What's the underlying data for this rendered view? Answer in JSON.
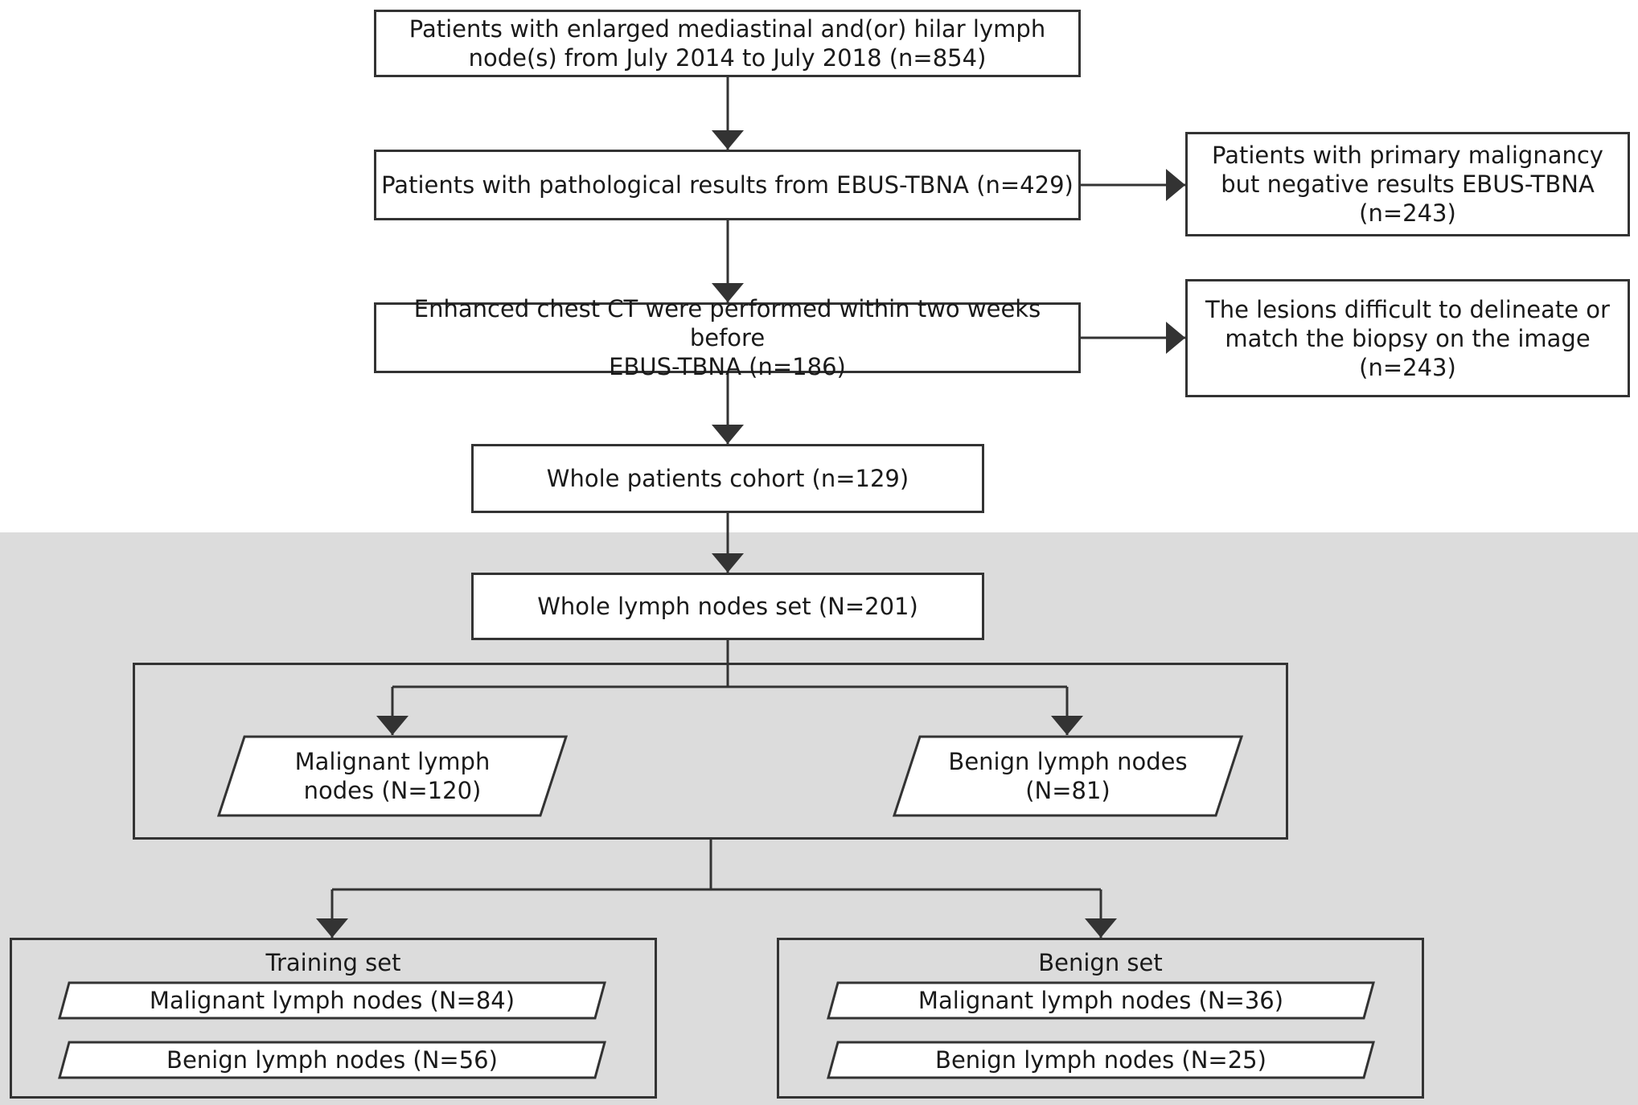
{
  "boxes": {
    "enlarged": {
      "line1": "Patients with enlarged mediastinal and(or) hilar lymph",
      "line2": "node(s) from July 2014 to July 2018 (n=854)"
    },
    "pathological": {
      "line1": "Patients with pathological results from EBUS-TBNA (n=429)"
    },
    "excluded_primary": {
      "line1": "Patients with primary malignancy",
      "line2": "but negative results EBUS-TBNA",
      "line3": "(n=243)"
    },
    "enhanced_ct": {
      "line1": "Enhanced chest CT were performed within two weeks before",
      "line2": "EBUS-TBNA (n=186)"
    },
    "excluded_lesions": {
      "line1": "The lesions difficult to delineate or",
      "line2": "match the biopsy on the image",
      "line3": "(n=243)"
    },
    "whole_cohort": {
      "line1": "Whole patients cohort (n=129)"
    },
    "whole_nodes": {
      "line1": "Whole lymph nodes set (N=201)"
    }
  },
  "split": {
    "malignant": {
      "line1": "Malignant lymph",
      "line2": "nodes (N=120)"
    },
    "benign": {
      "line1": "Benign lymph nodes",
      "line2": "(N=81)"
    }
  },
  "sets": {
    "training": {
      "title": "Training set",
      "malignant": "Malignant lymph nodes (N=84)",
      "benign": "Benign lymph nodes (N=56)"
    },
    "benign_set": {
      "title": "Benign set",
      "malignant": "Malignant lymph nodes (N=36)",
      "benign": "Benign lymph nodes (N=25)"
    }
  },
  "colors": {
    "stroke": "#333333",
    "gray_region": "#dcdcdc",
    "box_fill": "#ffffff"
  }
}
